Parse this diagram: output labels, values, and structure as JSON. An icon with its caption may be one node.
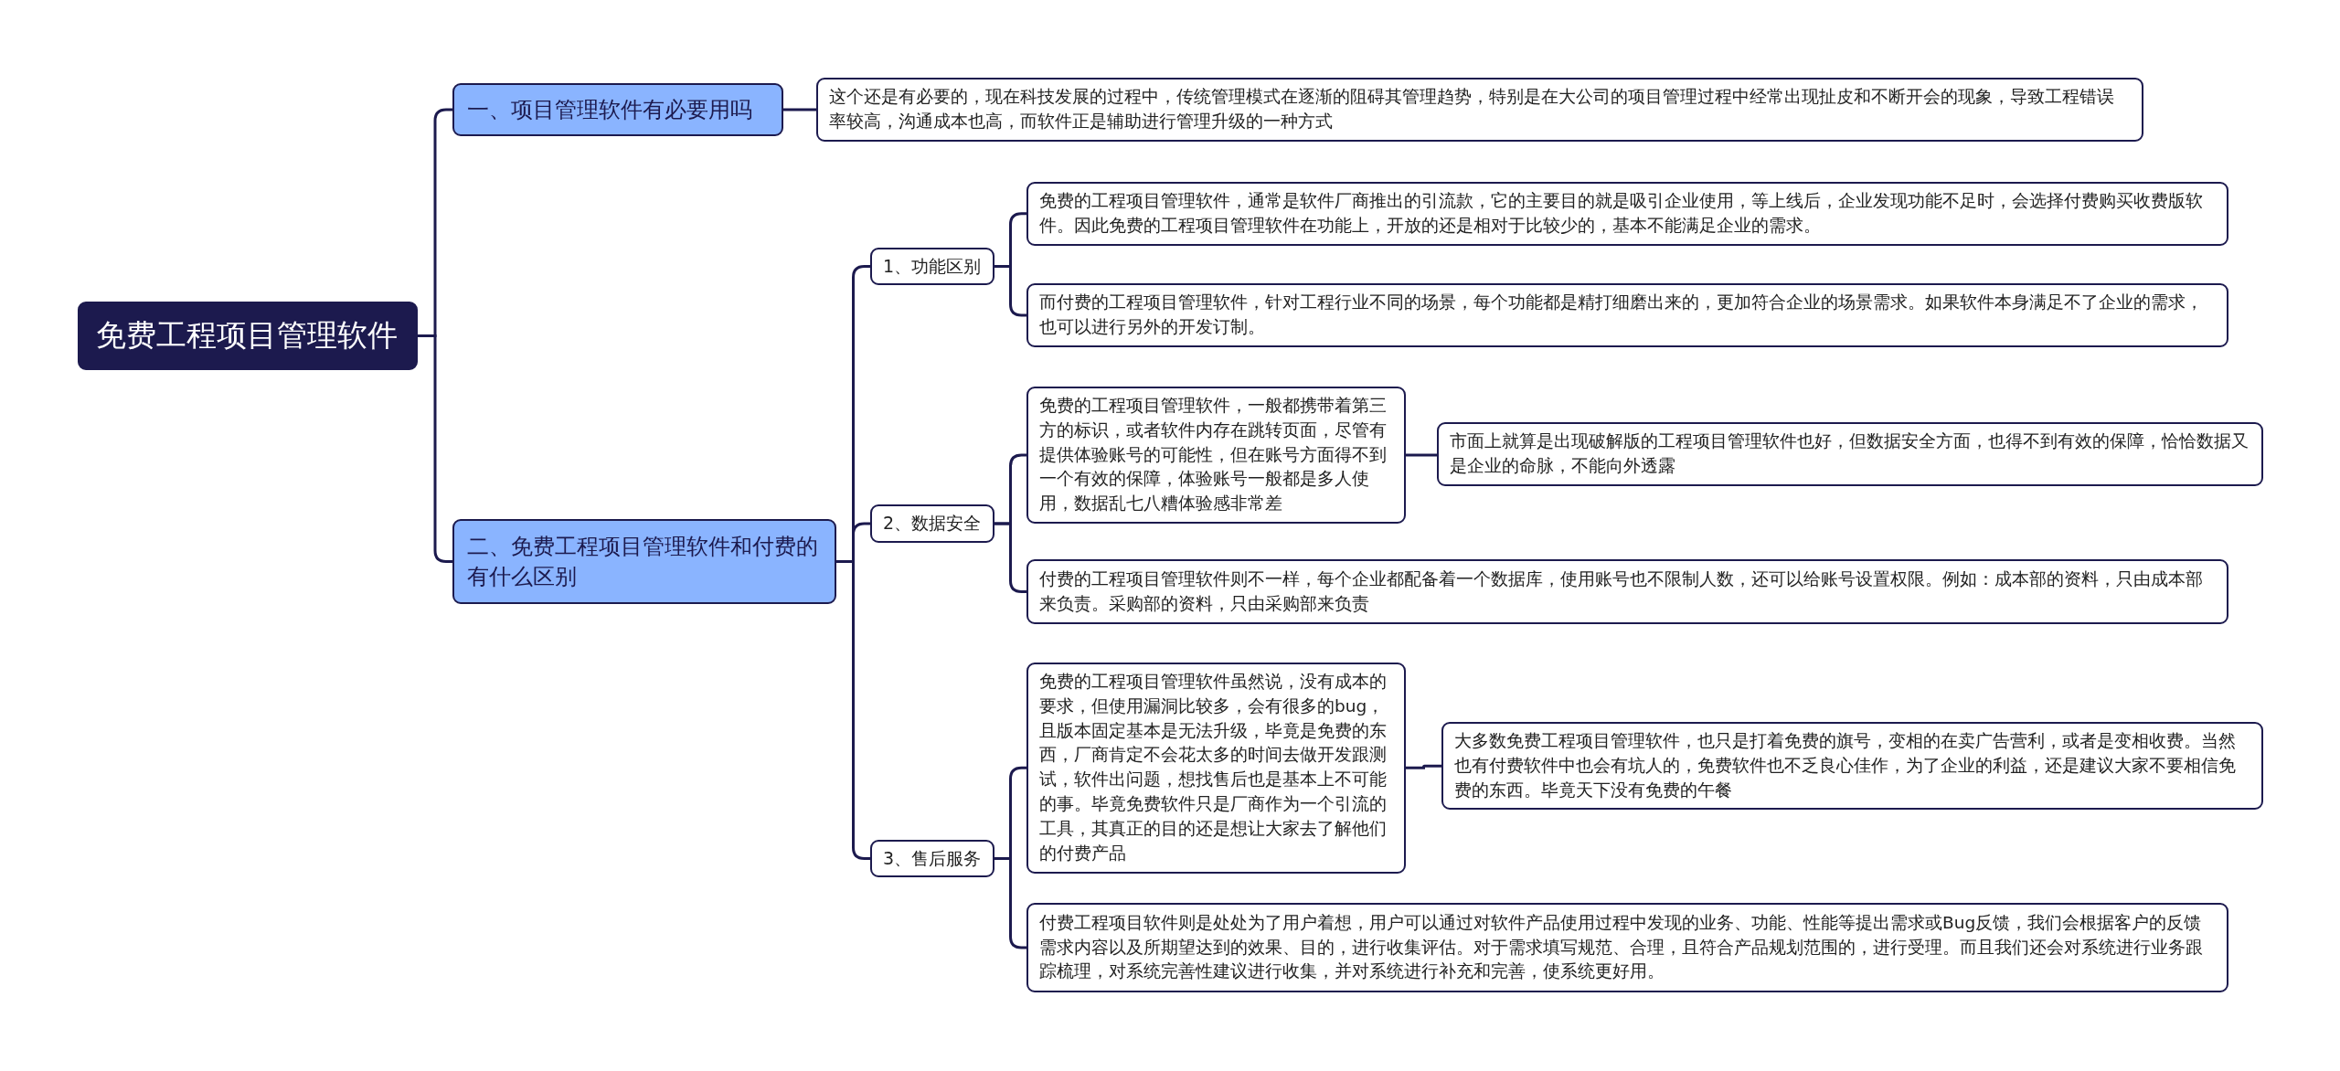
{
  "diagram": {
    "nodes": [
      {
        "text": [
          "免费工程项目管理软件"
        ]
      },
      {
        "text": [
          "一、项目管理软件有必要用吗"
        ]
      },
      {
        "text": [
          "这个还是有必要的，现在科技发展的过程中，传统管理模式在逐渐的阻碍其管理趋势，特别是在大公司的项目管理过程中经常出现扯皮和不断开会的现象，导致工程错误率较高，沟通成本也高，而软件正是辅助进行管理升级的一种方式"
        ]
      },
      {
        "text": [
          "二、免费工程项目管理软件和付费的有什么区别"
        ]
      },
      {
        "text": [
          "1、功能区别"
        ]
      },
      {
        "text": [
          "免费的工程项目管理软件，通常是软件厂商推出的引流款，它的主要目的就是吸引企业使用，等上线后，企业发现功能不足时，会选择付费购买收费版软件。因此免费的工程项目管理软件在功能上，开放的还是相对于比较少的，基本不能满足企业的需求。"
        ]
      },
      {
        "text": [
          "而付费的工程项目管理软件，针对工程行业不同的场景，每个功能都是精打细磨出来的，更加符合企业的场景需求。如果软件本身满足不了企业的需求，也可以进行另外的开发订制。"
        ]
      },
      {
        "text": [
          "2、数据安全"
        ]
      },
      {
        "text": [
          "免费的工程项目管理软件，一般都携带着第三方的标识，或者软件内存在跳转页面，尽管有提供体验账号的可能性，但在账号方面得不到一个有效的保障，体验账号一般都是多人使用，数据乱七八糟体验感非常差"
        ]
      },
      {
        "text": [
          "市面上就算是出现破解版的工程项目管理软件也好，但数据安全方面，也得不到有效的保障，恰恰数据又是企业的命脉，不能向外透露"
        ]
      },
      {
        "text": [
          "付费的工程项目管理软件则不一样，每个企业都配备着一个数据库，使用账号也不限制人数，还可以给账号设置权限。例如：成本部的资料，只由成本部来负责。采购部的资料，只由采购部来负责"
        ]
      },
      {
        "text": [
          "3、售后服务"
        ]
      },
      {
        "text": [
          "免费的工程项目管理软件虽然说，没有成本的要求，但使用漏洞比较多，会有很多的bug，且版本固定基本是无法升级，毕竟是免费的东西，厂商肯定不会花太多的时间去做开发跟测试，软件出问题，想找售后也是基本上不可能的事。毕竟免费软件只是厂商作为一个引流的工具，其真正的目的还是想让大家去了解他们的付费产品"
        ]
      },
      {
        "text": [
          "大多数免费工程项目管理软件，也只是打着免费的旗号，变相的在卖广告营利，或者是变相收费。当然也有付费软件中也会有坑人的，免费软件也不乏良心佳作，为了企业的利益，还是建议大家不要相信免费的东西。毕竟天下没有免费的午餐"
        ]
      },
      {
        "text": [
          "付费工程项目软件则是处处为了用户着想，用户可以通过对软件产品使用过程中发现的业务、功能、性能等提出需求或Bug反馈，我们会根据客户的反馈需求内容以及所期望达到的效果、目的，进行收集评估。对于需求填写规范、合理，且符合产品规划范围的，进行受理。而且我们还会对系统进行业务跟踪梳理，对系统完善性建议进行收集，并对系统进行补充和完善，使系统更好用。"
        ]
      }
    ],
    "edges": [
      {
        "from": 0,
        "to": 1,
        "arrow": "none"
      },
      {
        "from": 0,
        "to": 3,
        "arrow": "none"
      },
      {
        "from": 1,
        "to": 2,
        "arrow": "none"
      },
      {
        "from": 3,
        "to": 4,
        "arrow": "none"
      },
      {
        "from": 3,
        "to": 7,
        "arrow": "none"
      },
      {
        "from": 3,
        "to": 11,
        "arrow": "none"
      },
      {
        "from": 4,
        "to": 5,
        "arrow": "none"
      },
      {
        "from": 4,
        "to": 6,
        "arrow": "none"
      },
      {
        "from": 7,
        "to": 8,
        "arrow": "none"
      },
      {
        "from": 7,
        "to": 10,
        "arrow": "none"
      },
      {
        "from": 8,
        "to": 9,
        "arrow": "none"
      },
      {
        "from": 11,
        "to": 12,
        "arrow": "none"
      },
      {
        "from": 11,
        "to": 14,
        "arrow": "none"
      },
      {
        "from": 12,
        "to": 13,
        "arrow": "none"
      }
    ]
  }
}
